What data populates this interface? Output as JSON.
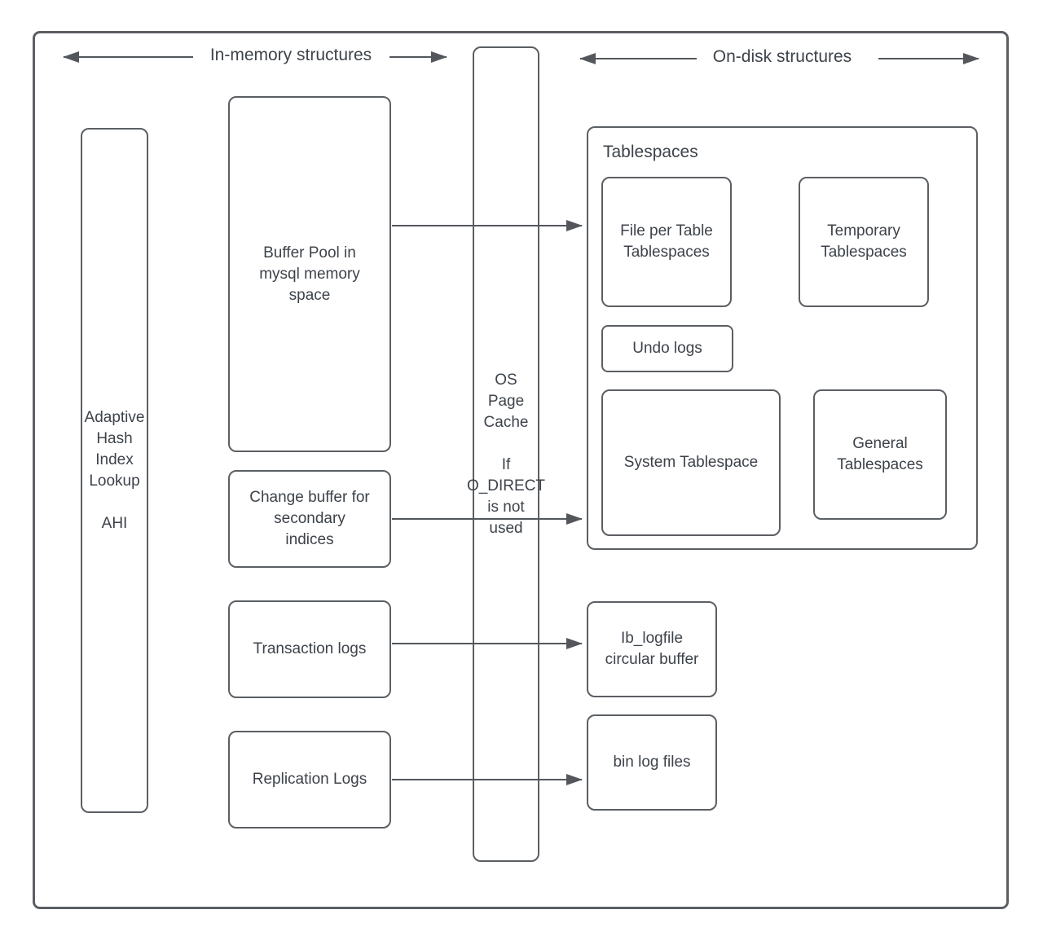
{
  "diagram": {
    "headers": {
      "in_memory": "In-memory structures",
      "on_disk": "On-disk structures"
    },
    "nodes": {
      "ahi": {
        "label": "Adaptive\nHash\nIndex\nLookup",
        "sublabel": "AHI"
      },
      "buffer_pool": {
        "label": "Buffer Pool in\nmysql memory\nspace"
      },
      "os_page_cache": {
        "label": "OS\nPage\nCache",
        "sublabel": "If\nO_DIRECT\nis not\nused"
      },
      "change_buffer": {
        "label": "Change buffer for\nsecondary\nindices"
      },
      "transaction_logs": {
        "label": "Transaction logs"
      },
      "replication_logs": {
        "label": "Replication Logs"
      },
      "tablespaces_group": {
        "label": "Tablespaces"
      },
      "file_per_table": {
        "label": "File per Table\nTablespaces"
      },
      "temporary_tablespaces": {
        "label": "Temporary\nTablespaces"
      },
      "undo_logs": {
        "label": "Undo logs"
      },
      "system_tablespace": {
        "label": "System Tablespace"
      },
      "general_tablespaces": {
        "label": "General\nTablespaces"
      },
      "ib_logfile": {
        "label": "Ib_logfile\ncircular buffer"
      },
      "bin_log_files": {
        "label": "bin log files"
      }
    },
    "colors": {
      "border": "#5b5f63",
      "text": "#3d434a",
      "arrow": "#53575c",
      "background": "#ffffff"
    }
  }
}
